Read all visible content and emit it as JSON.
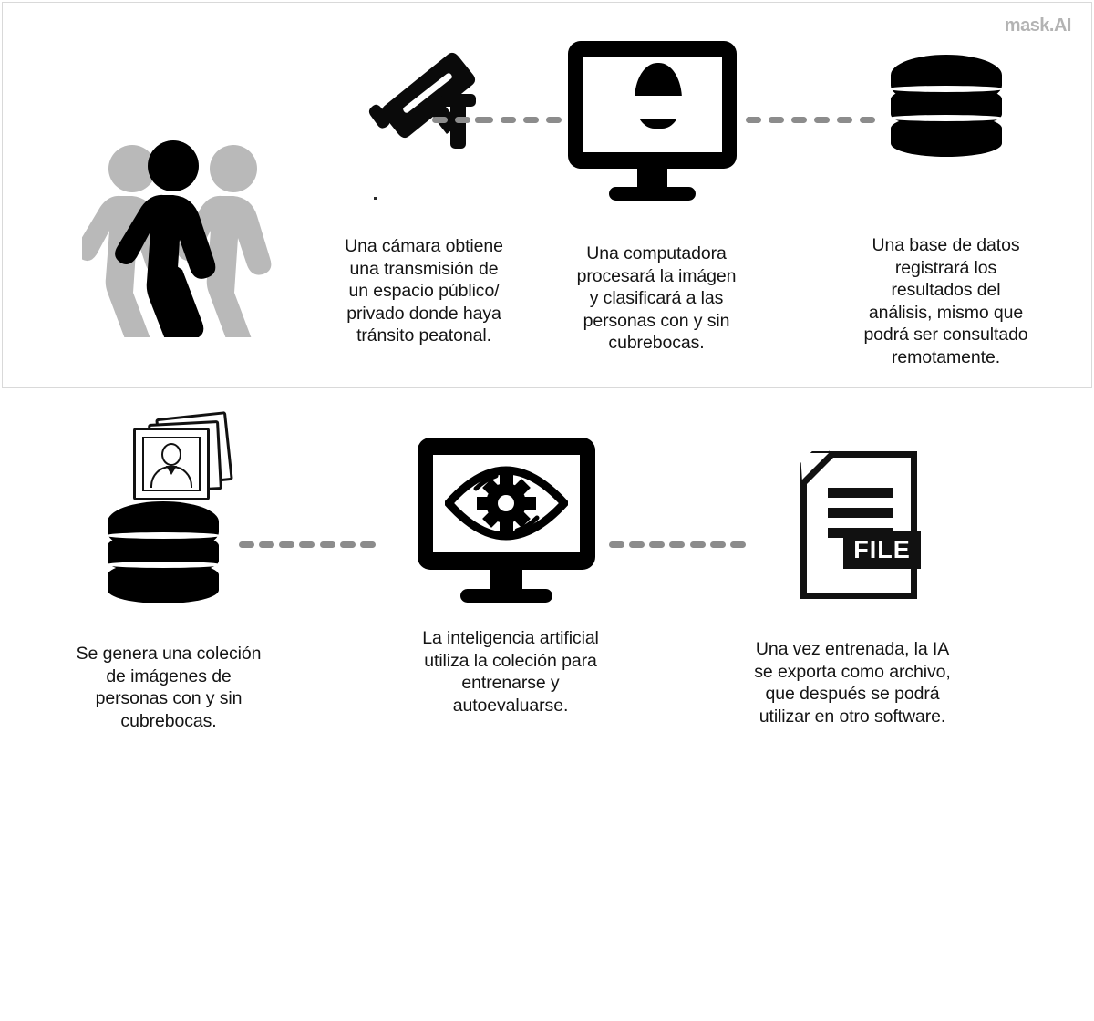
{
  "brand": {
    "text": "mask.AI",
    "color": "#b3b3b3"
  },
  "colors": {
    "ink": "#000000",
    "muted_gray": "#b8b8b8",
    "dash_gray": "#8c8c8c",
    "panel_border": "#d9d9d9",
    "background": "#ffffff"
  },
  "diagram": {
    "type": "flow-pipeline",
    "title_visible": false,
    "rows": [
      {
        "id": "row-top",
        "steps": [
          {
            "id": "step-pedestrians",
            "icon": "pedestrians-icon",
            "icon_label": "three walking people",
            "caption": ""
          },
          {
            "id": "step-camera",
            "icon": "cctv-camera-icon",
            "icon_label": "surveillance camera",
            "caption": "Una cámara obtiene\nuna transmisión de\nun espacio público/\nprivado donde haya\ntránsito peatonal."
          },
          {
            "id": "step-computer",
            "icon": "monitor-masked-face-icon",
            "icon_label": "computer monitor showing masked face",
            "caption": "Una computadora\nprocesará la imágen\ny clasificará a las\npersonas con y sin\ncubrebocas."
          },
          {
            "id": "step-database",
            "icon": "database-icon",
            "icon_label": "database cylinder",
            "caption": "Una base de datos\nregistrará los\nresultados del\nanálisis, mismo que\npodrá ser consultado\nremotamente."
          }
        ]
      },
      {
        "id": "row-bottom",
        "steps": [
          {
            "id": "step-collection",
            "icon": "database-with-photos-icon",
            "icon_label": "database with photo stack",
            "caption": "Se genera una coleción\nde imágenes de\npersonas con y sin\ncubrebocas."
          },
          {
            "id": "step-ai-training",
            "icon": "monitor-eye-gear-icon",
            "icon_label": "monitor showing eye with gear pupil",
            "caption": "La inteligencia artificial\nutiliza la coleción para\nentrenarse y\nautoevaluarse."
          },
          {
            "id": "step-export",
            "icon": "file-document-icon",
            "icon_label": "document file with FILE badge",
            "caption": "Una vez entrenada, la IA\nse  exporta como archivo,\nque después se podrá\nutilizar en otro software."
          }
        ]
      }
    ],
    "connectors": [
      {
        "id": "connector-camera-to-computer",
        "dashes": 7,
        "style": "dashed"
      },
      {
        "id": "connector-computer-to-database",
        "dashes": 7,
        "style": "dashed"
      },
      {
        "id": "connector-collection-to-ai",
        "dashes": 7,
        "style": "dashed"
      },
      {
        "id": "connector-ai-to-file",
        "dashes": 7,
        "style": "dashed"
      }
    ],
    "file_badge_text": "FILE"
  }
}
